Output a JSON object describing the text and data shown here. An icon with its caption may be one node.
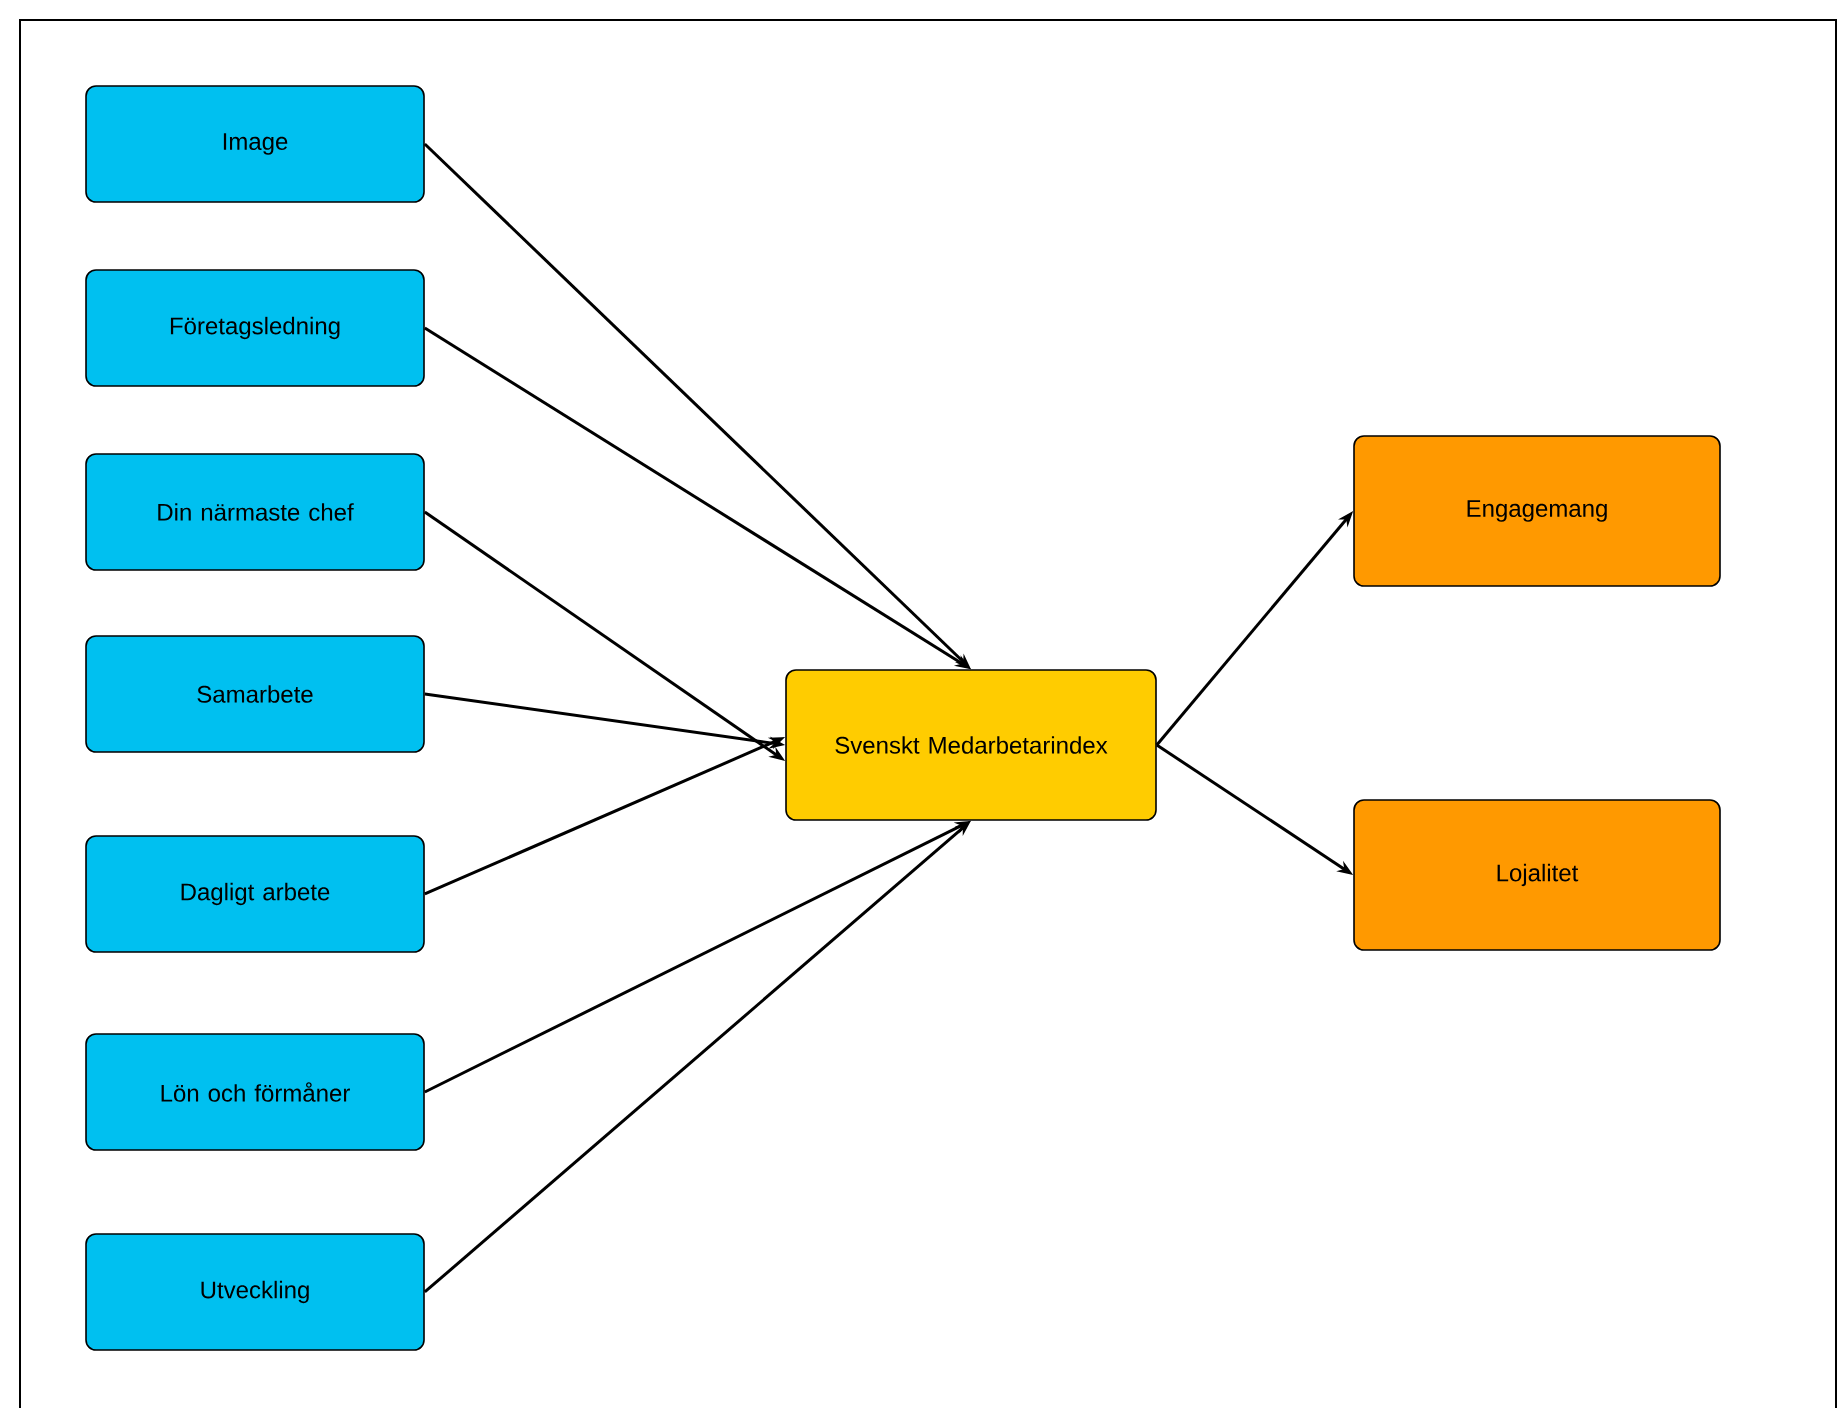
{
  "diagram": {
    "nodes": [
      {
        "text": [
          "Image"
        ]
      },
      {
        "text": [
          "Företagsledning"
        ]
      },
      {
        "text": [
          "Din närmaste chef"
        ]
      },
      {
        "text": [
          "Samarbete"
        ]
      },
      {
        "text": [
          "Dagligt arbete"
        ]
      },
      {
        "text": [
          "Lön och förmåner"
        ]
      },
      {
        "text": [
          "Utveckling"
        ]
      },
      {
        "text": [
          "Svenskt Medarbetarindex"
        ]
      },
      {
        "text": [
          "Engagemang"
        ]
      },
      {
        "text": [
          "Lojalitet"
        ]
      }
    ],
    "edges": [
      {
        "from": 0,
        "to": 7,
        "arrow": "to"
      },
      {
        "from": 1,
        "to": 7,
        "arrow": "to"
      },
      {
        "from": 2,
        "to": 7,
        "arrow": "to"
      },
      {
        "from": 3,
        "to": 7,
        "arrow": "to"
      },
      {
        "from": 4,
        "to": 7,
        "arrow": "to"
      },
      {
        "from": 5,
        "to": 7,
        "arrow": "to"
      },
      {
        "from": 6,
        "to": 7,
        "arrow": "to"
      },
      {
        "from": 7,
        "to": 8,
        "arrow": "to"
      },
      {
        "from": 7,
        "to": 9,
        "arrow": "to"
      }
    ]
  }
}
